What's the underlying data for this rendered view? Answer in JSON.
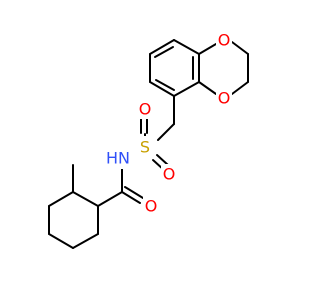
{
  "molecule": {
    "atom_labels": {
      "o_ring_top": "O",
      "o_ring_bottom": "O",
      "s_sulfonyl": "S",
      "o_sulfonyl_left": "O",
      "o_sulfonyl_right": "O",
      "n_amide": "N",
      "h_amide": "H",
      "o_carbonyl": "O"
    },
    "colors": {
      "bond": "#000000",
      "oxygen": "#ff0000",
      "sulfur": "#c8a000",
      "nitrogen": "#3050f8"
    }
  }
}
